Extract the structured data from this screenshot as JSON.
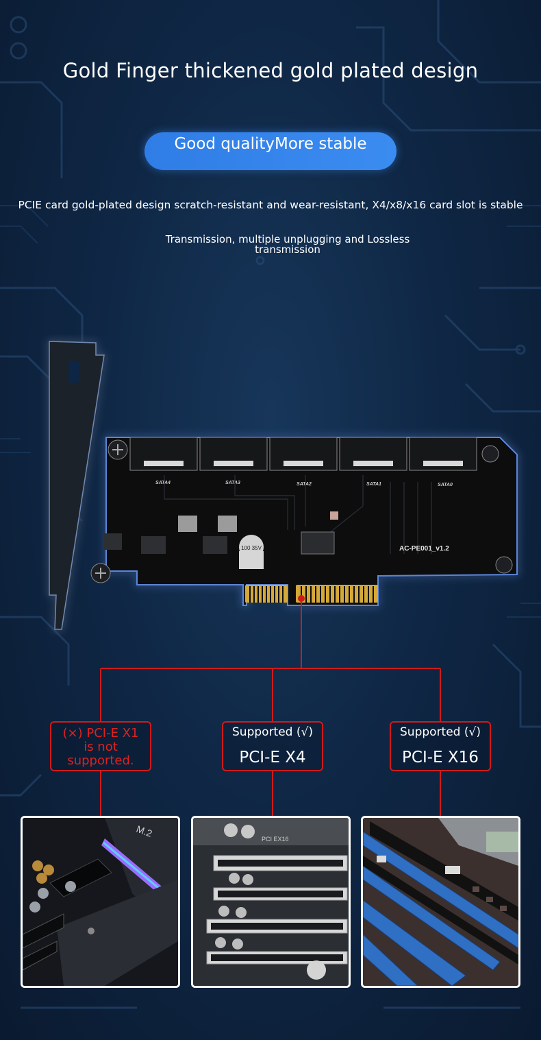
{
  "heading": "Gold Finger thickened gold plated design",
  "pill": "Good qualityMore stable",
  "description_line1": "PCIE card gold-plated design scratch-resistant and wear-resistant, X4/x8/x16 card slot is stable",
  "description_line2a": "Transmission, multiple unplugging and Lossless",
  "description_line2b": "transmission",
  "card": {
    "ports": [
      "SATA4",
      "SATA3",
      "SATA2",
      "SATA1",
      "SATA0"
    ],
    "model": "AC-PE001_v1.2",
    "capacitor": "100 35V"
  },
  "slots": [
    {
      "line1": "(×) PCI-E X1",
      "line2": "is not",
      "line3": "supported."
    },
    {
      "status": "Supported (√)",
      "name": "PCI-E X4"
    },
    {
      "status": "Supported (√)",
      "name": "PCI-E X16"
    }
  ],
  "photo_labels": {
    "m2": "M.2",
    "pciex16": "PCI EX16"
  },
  "colors": {
    "accent": "#3b8cf1",
    "red": "#d11a1a",
    "background": "#0f2745"
  }
}
